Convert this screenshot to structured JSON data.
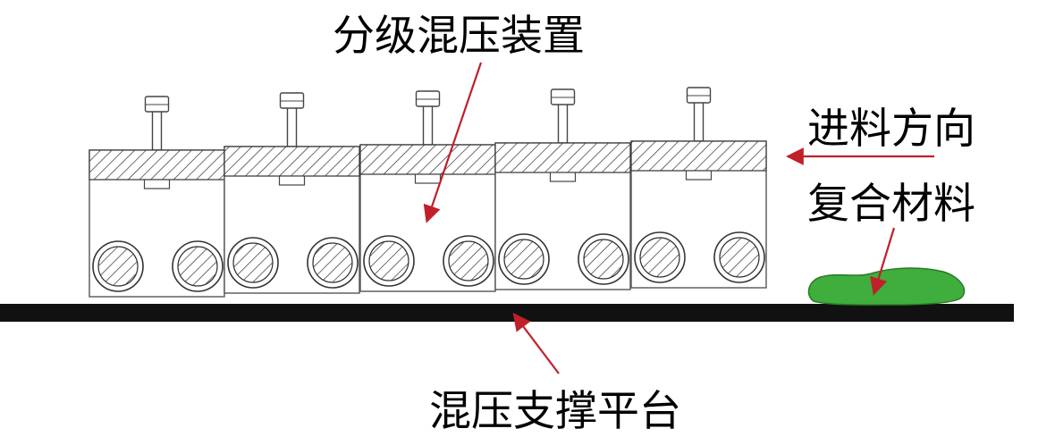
{
  "labels": {
    "device": "分级混压装置",
    "feed_direction": "进料方向",
    "composite": "复合材料",
    "platform": "混压支撑平台"
  },
  "colors": {
    "arrow": "#c0202a",
    "platform": "#111111",
    "composite_fill": "#3fae3c",
    "composite_stroke": "#2a7a26",
    "outline": "#555555"
  },
  "press_units": [
    {
      "name": "press-unit-1"
    },
    {
      "name": "press-unit-2"
    },
    {
      "name": "press-unit-3"
    },
    {
      "name": "press-unit-4"
    },
    {
      "name": "press-unit-5"
    }
  ]
}
